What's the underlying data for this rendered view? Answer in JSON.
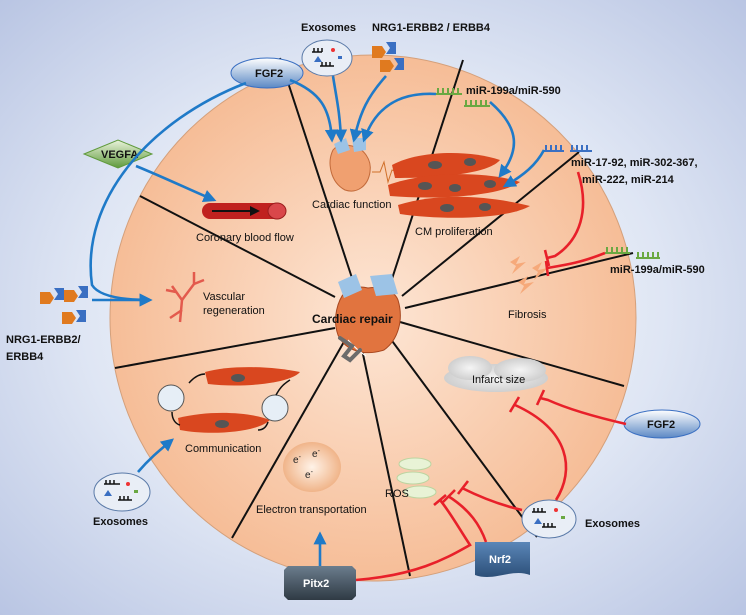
{
  "center_label": "Cardiac repair",
  "sectors": {
    "cardiac_function": "Cardiac function",
    "cm_proliferation": "CM proliferation",
    "fibrosis": "Fibrosis",
    "infarct_size": "Infarct size",
    "ros": "ROS",
    "electron_transportation": "Electron transportation",
    "communication": "Communication",
    "vascular_regeneration_line1": "Vascular",
    "vascular_regeneration_line2": "regeneration",
    "coronary_blood_flow": "Coronary blood flow"
  },
  "regulators": {
    "exosomes_top": "Exosomes",
    "nrg1_top": "NRG1-ERBB2 / ERBB4",
    "fgf2_top": "FGF2",
    "mir_199a_top": "miR-199a/miR-590",
    "vegfa": "VEGFA",
    "mir_cluster_line1": "miR-17-92,  miR-302-367,",
    "mir_cluster_line2": "miR-222, miR-214",
    "mir_199a_right": "miR-199a/miR-590",
    "nrg1_left_line1": "NRG1-ERBB2/",
    "nrg1_left_line2": "ERBB4",
    "fgf2_right": "FGF2",
    "exosomes_right": "Exosomes",
    "exosomes_left": "Exosomes",
    "nrf2": "Nrf2",
    "pitx2": "Pitx2",
    "electron_symbol": "e",
    "electron_charge": "-"
  },
  "colors": {
    "activation_arrow": "#1f7ac8",
    "inhibition_line": "#e8202a",
    "circle_fill": "#f8c9a6",
    "cardiomyocyte": "#d9471f",
    "green_mirna": "#6aa842",
    "blue_mirna": "#3a6fc2"
  }
}
